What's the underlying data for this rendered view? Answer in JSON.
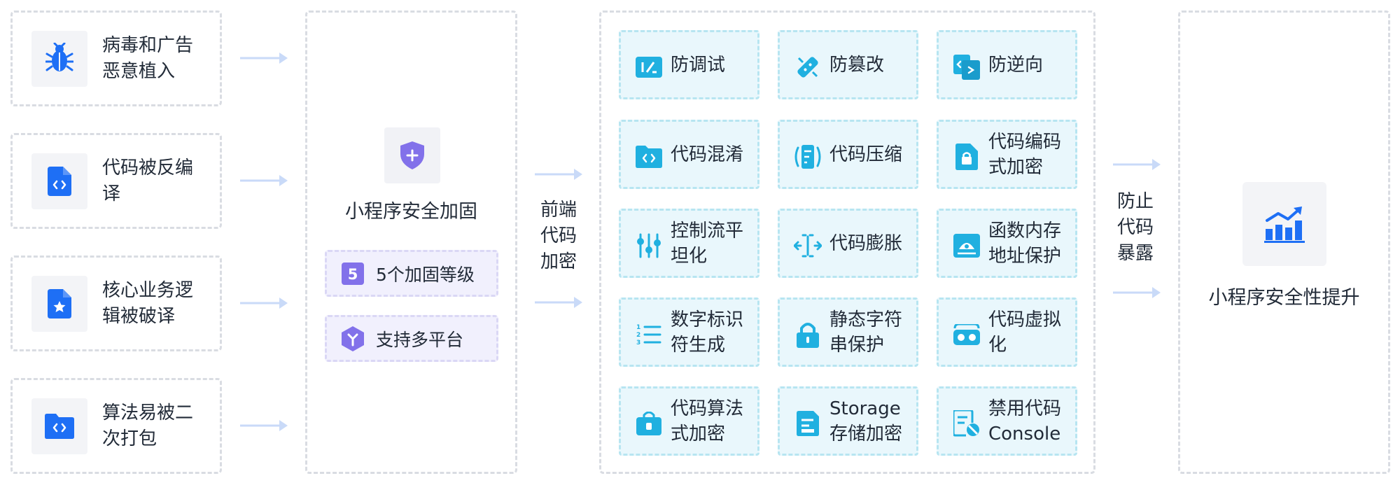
{
  "threats": [
    {
      "line1": "病毒和广告",
      "line2": "恶意植入",
      "icon": "bug-icon"
    },
    {
      "line1": "代码被反编",
      "line2": "译",
      "icon": "code-file-icon"
    },
    {
      "line1": "核心业务逻",
      "line2": "辑被破译",
      "icon": "star-file-icon"
    },
    {
      "line1": "算法易被二",
      "line2": "次打包",
      "icon": "code-folder-icon"
    }
  ],
  "center": {
    "icon": "shield-plus-icon",
    "title": "小程序安全加固",
    "badges": [
      {
        "label": "5个加固等级",
        "icon": "five-badge-icon"
      },
      {
        "label": "支持多平台",
        "icon": "hexagon-branch-icon"
      }
    ]
  },
  "mid_label": {
    "line1": "前端",
    "line2": "代码",
    "line3": "加密"
  },
  "features": [
    {
      "line1": "防调试",
      "line2": "",
      "icon": "debug-block-icon"
    },
    {
      "line1": "防篡改",
      "line2": "",
      "icon": "tamper-proof-icon"
    },
    {
      "line1": "防逆向",
      "line2": "",
      "icon": "reverse-proof-icon"
    },
    {
      "line1": "代码混淆",
      "line2": "",
      "icon": "folder-code-icon"
    },
    {
      "line1": "代码压缩",
      "line2": "",
      "icon": "compress-icon"
    },
    {
      "line1": "代码编码",
      "line2": "式加密",
      "icon": "file-lock-icon"
    },
    {
      "line1": "控制流平",
      "line2": "坦化",
      "icon": "sliders-icon"
    },
    {
      "line1": "代码膨胀",
      "line2": "",
      "icon": "expand-icon"
    },
    {
      "line1": "函数内存",
      "line2": "地址保护",
      "icon": "memory-protect-icon"
    },
    {
      "line1": "数字标识",
      "line2": "符生成",
      "icon": "numbered-list-icon"
    },
    {
      "line1": "静态字符",
      "line2": "串保护",
      "icon": "padlock-icon"
    },
    {
      "line1": "代码虚拟",
      "line2": "化",
      "icon": "vr-glasses-icon"
    },
    {
      "line1": "代码算法",
      "line2": "式加密",
      "icon": "lock-folder-icon"
    },
    {
      "line1": "Storage",
      "line2": "存储加密",
      "icon": "storage-save-icon"
    },
    {
      "line1": "禁用代码",
      "line2": "Console",
      "icon": "console-ban-icon"
    }
  ],
  "right_label": {
    "line1": "防止",
    "line2": "代码",
    "line3": "暴露"
  },
  "result": {
    "title": "小程序安全性提升",
    "icon": "growth-chart-icon"
  },
  "colors": {
    "threat_blue": "#1e6ff5",
    "feature_cyan": "#20b0e0",
    "purple": "#8271ea",
    "arrow": "#c9daf8",
    "dash": "#d9dce2"
  }
}
